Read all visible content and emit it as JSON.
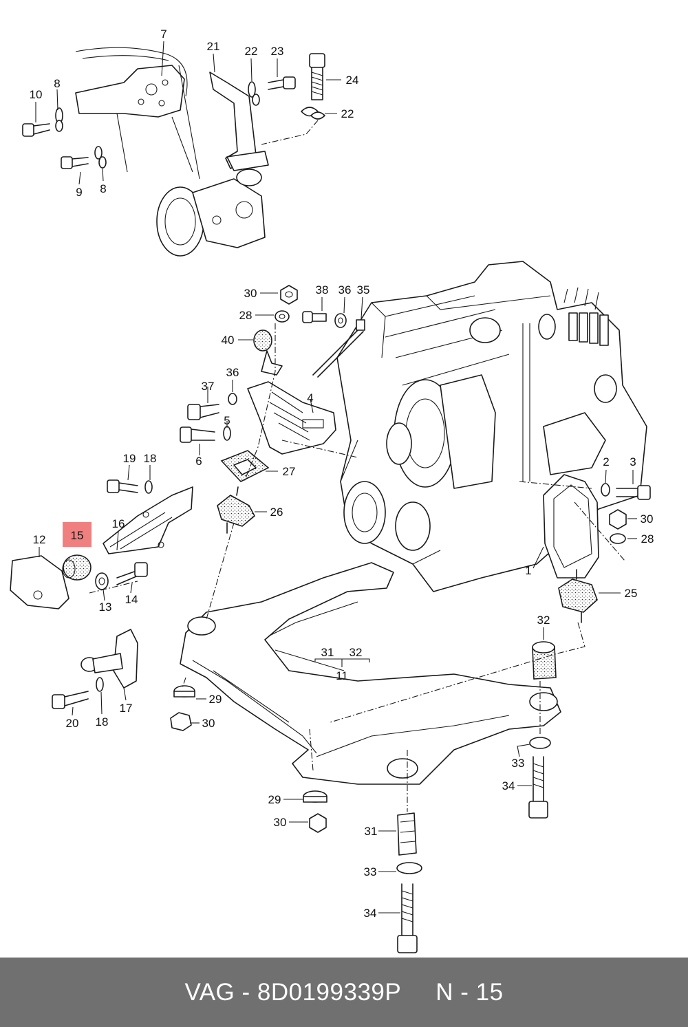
{
  "labels": {
    "l7": "7",
    "l8a": "8",
    "l10": "10",
    "l8b": "8",
    "l9": "9",
    "l21": "21",
    "l22a": "22",
    "l23": "23",
    "l24": "24",
    "l22b": "22",
    "l30a": "30",
    "l38": "38",
    "l36a": "36",
    "l35": "35",
    "l28a": "28",
    "l40": "40",
    "l36b": "36",
    "l37": "37",
    "l4": "4",
    "l5": "5",
    "l6": "6",
    "l27": "27",
    "l19": "19",
    "l18a": "18",
    "l16": "16",
    "l26": "26",
    "l12": "12",
    "l15": "15",
    "l13": "13",
    "l14": "14",
    "l2": "2",
    "l3": "3",
    "l30b": "30",
    "l28b": "28",
    "l1": "1",
    "l25": "25",
    "l32a": "32",
    "l31a": "31",
    "l32b": "32",
    "l11": "11",
    "l20": "20",
    "l18b": "18",
    "l17": "17",
    "l29a": "29",
    "l30c": "30",
    "l33a": "33",
    "l34a": "34",
    "l29b": "29",
    "l30d": "30",
    "l31b": "31",
    "l33b": "33",
    "l34b": "34"
  },
  "highlight": {
    "label": "15",
    "color": "#f08080"
  },
  "footer": {
    "brand": "VAG - 8D0199339P",
    "page": "N - 15"
  }
}
